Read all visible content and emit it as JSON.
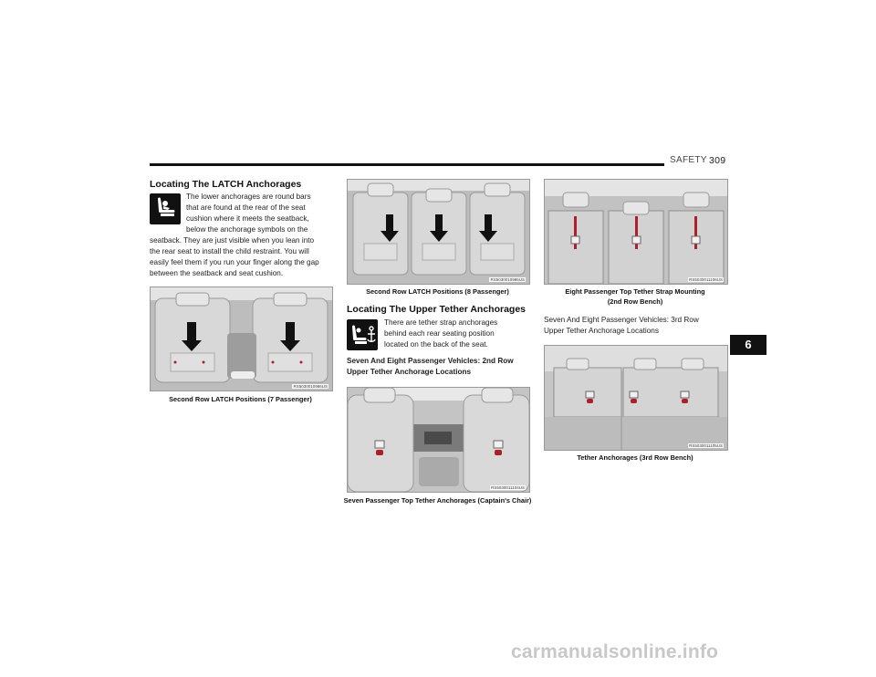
{
  "header": {
    "section": "SAFETY",
    "page_number": "309"
  },
  "col1": {
    "heading": "Locating The LATCH Anchorages",
    "body_lines": [
      "The lower anchorages are round bars",
      "that are found at the rear of the seat",
      "cushion where it meets the seatback,",
      "below the anchorage symbols on the",
      "seatback. They are just visible when you lean into",
      "the rear seat to install the child restraint. You will",
      "easily feel them if you run your finger along the gap",
      "between the seatback and seat cushion."
    ],
    "figure": {
      "code": "RS5030010986US",
      "caption": "Second Row LATCH Positions (7 Passenger)"
    }
  },
  "col2": {
    "figure1": {
      "code": "RS5030010985US",
      "caption": "Second Row LATCH Positions (8 Passenger)"
    },
    "heading": "Locating The Upper Tether Anchorages",
    "body_lines": [
      "There are tether strap anchorages",
      "behind each rear seating position",
      "located on the back of the seat."
    ],
    "subhead_lines": [
      "Seven And Eight Passenger Vehicles: 2nd Row",
      "Upper Tether Anchorage Locations"
    ],
    "figure2": {
      "code": "RS5030011104US",
      "caption": "Seven Passenger Top Tether Anchorages (Captain's Chair)"
    }
  },
  "col3": {
    "figure1": {
      "code": "RS5030011106US",
      "caption_lines": [
        "Eight Passenger Top Tether Strap Mounting",
        "(2nd Row Bench)"
      ]
    },
    "subhead_lines": [
      "Seven And Eight Passenger Vehicles: 3rd Row",
      "Upper Tether Anchorage Locations"
    ],
    "figure2": {
      "code": "RS5030011105US",
      "caption": "Tether Anchorages (3rd Row Bench)"
    }
  },
  "chapter_tab": "6",
  "watermark": "carmanualsonline.info",
  "icons": [
    "child-seat-icon",
    "tether-anchor-icon",
    "down-arrow-icon"
  ],
  "colors": {
    "tab": "#111111",
    "photo_bg": "#cfcfcf",
    "tether_strap": "#b01e2a",
    "watermark": "#c8c8c8"
  }
}
